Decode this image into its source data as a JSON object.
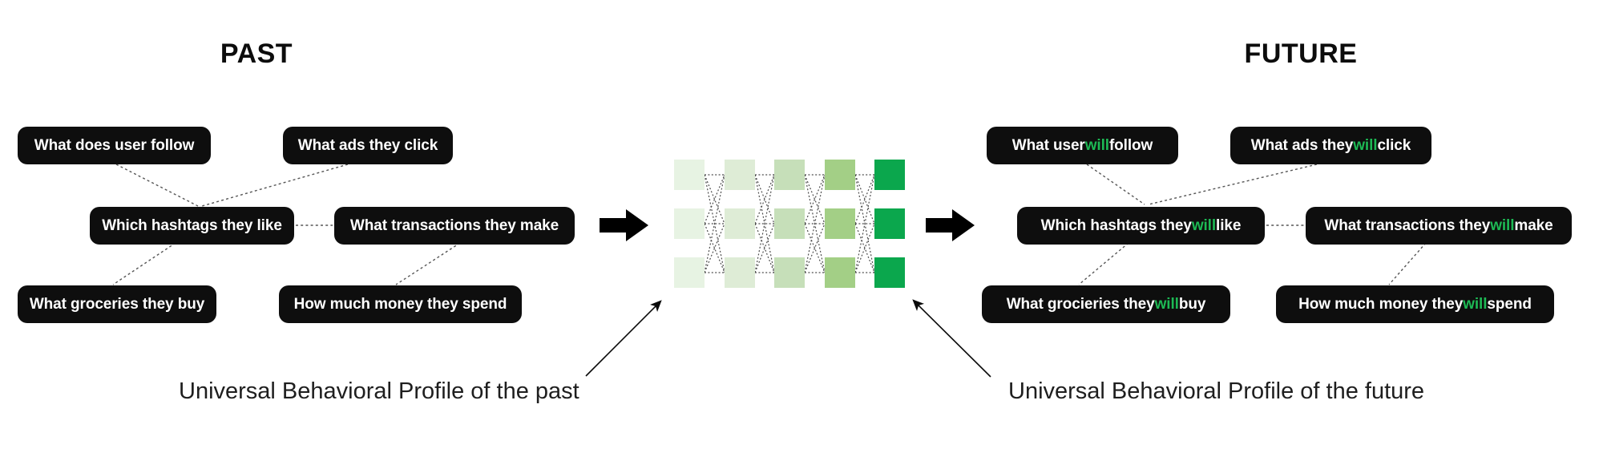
{
  "titles": {
    "past": "PAST",
    "future": "FUTURE"
  },
  "past": {
    "items": [
      {
        "text": "What does user follow"
      },
      {
        "text": "What ads they click"
      },
      {
        "text": "Which hashtags they like"
      },
      {
        "text": "What transactions they make"
      },
      {
        "text": "What groceries they buy"
      },
      {
        "text": "How much money they spend"
      }
    ]
  },
  "future": {
    "items": [
      {
        "pre": "What user ",
        "will": "will",
        "post": " follow"
      },
      {
        "pre": "What ads they ",
        "will": "will",
        "post": " click"
      },
      {
        "pre": "Which hashtags they ",
        "will": "will",
        "post": " like"
      },
      {
        "pre": "What transactions they ",
        "will": "will",
        "post": " make"
      },
      {
        "pre": "What grocieries they ",
        "will": "will",
        "post": " buy"
      },
      {
        "pre": "How much money they ",
        "will": "will",
        "post": " spend"
      }
    ]
  },
  "captions": {
    "past": "Universal Behavioral Profile of the past",
    "future": "Universal Behavioral Profile of the future"
  },
  "matrix": {
    "rows": 3,
    "columns": 5,
    "column_colors": [
      "#e7f3e3",
      "#deecd6",
      "#c6dfb9",
      "#a3cf86",
      "#0ba74d"
    ]
  },
  "colors": {
    "pill_bg": "#0e0e0e",
    "pill_text": "#ffffff",
    "will_green": "#1db954",
    "connector": "#565656",
    "arrow_black": "#000000"
  }
}
